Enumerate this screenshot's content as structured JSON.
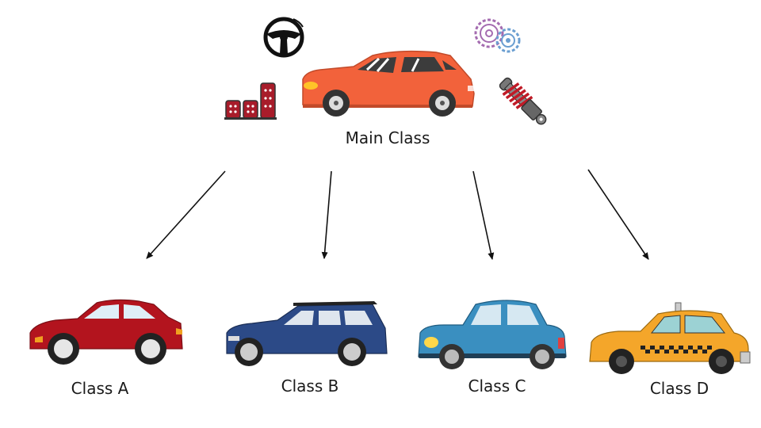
{
  "main": {
    "label": "Main Class",
    "color": "#f2623b"
  },
  "classes": [
    {
      "label": "Class A",
      "color": "#b3141e"
    },
    {
      "label": "Class B",
      "color": "#2c4a87"
    },
    {
      "label": "Class C",
      "color": "#3a8fc0"
    },
    {
      "label": "Class D",
      "color": "#f4a62a"
    }
  ],
  "icons": [
    "steering-wheel-icon",
    "pedals-icon",
    "gears-icon",
    "shock-absorber-icon"
  ]
}
